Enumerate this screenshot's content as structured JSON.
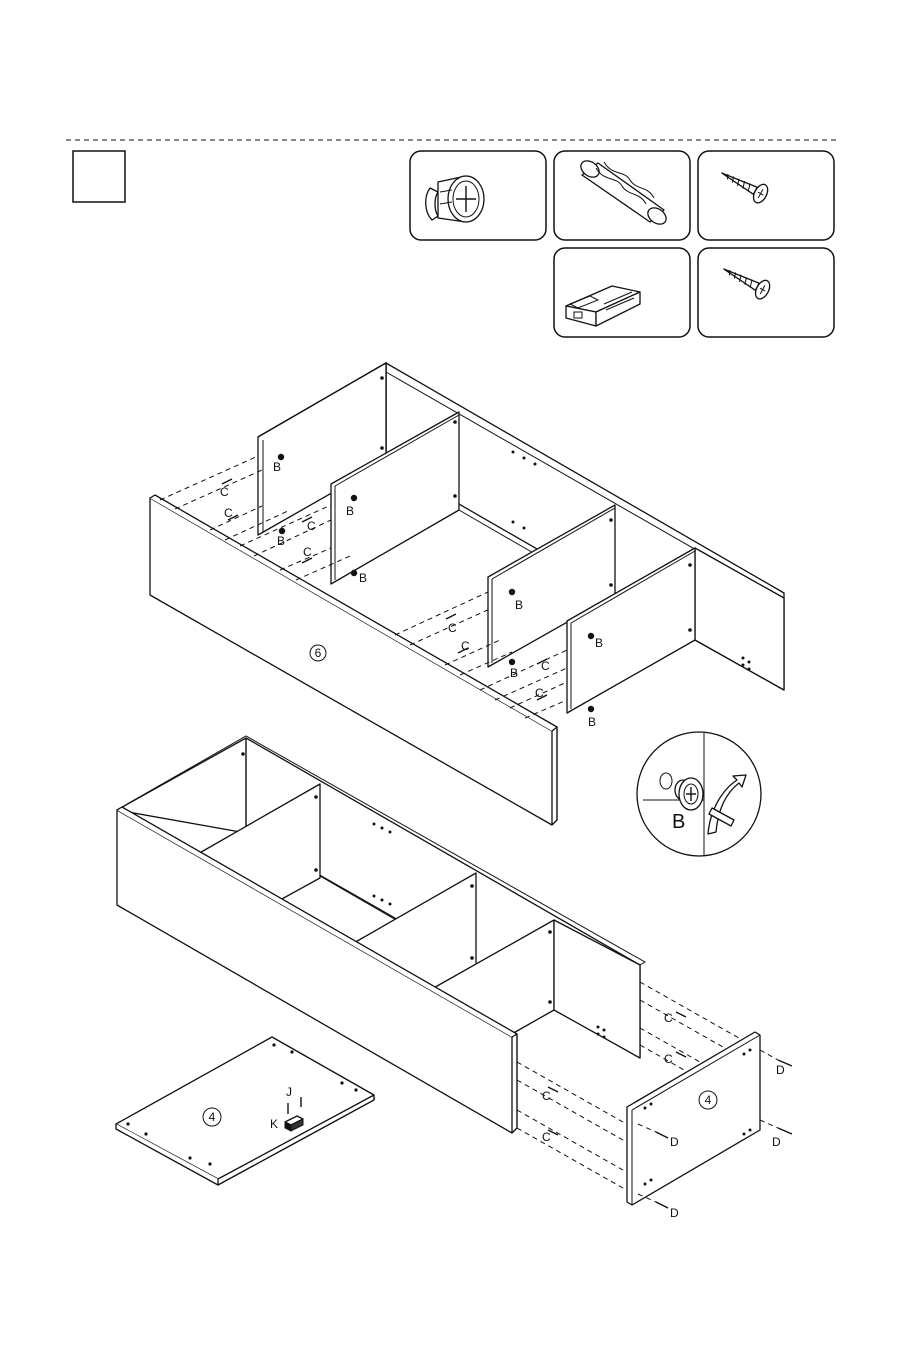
{
  "step": {
    "number": ""
  },
  "hardware": [
    {
      "id": "cam-lock",
      "icon": "cam-lock-icon",
      "qty": ""
    },
    {
      "id": "wood-dowel",
      "icon": "wood-dowel-icon",
      "qty": ""
    },
    {
      "id": "screw-a",
      "icon": "screw-icon",
      "qty": ""
    },
    {
      "id": "magnetic-catch",
      "icon": "magnetic-catch-icon",
      "qty": ""
    },
    {
      "id": "screw-b",
      "icon": "screw-icon",
      "qty": ""
    }
  ],
  "labels": {
    "cam": "B",
    "dowel": "C",
    "screw_d": "D",
    "screw_j": "J",
    "catch_k": "K",
    "detail_cam": "B"
  },
  "panels": {
    "top_front": "6",
    "side_right": "4",
    "bottom_loose": "4"
  }
}
